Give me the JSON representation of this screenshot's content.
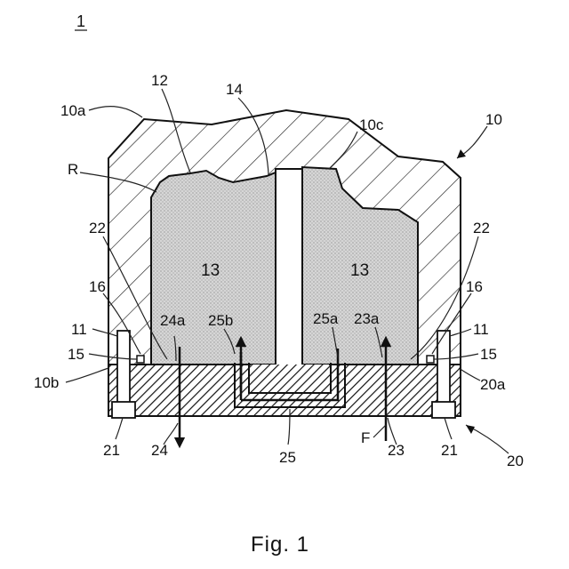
{
  "figure_number": "1",
  "caption": "Fig. 1",
  "regions": {
    "resin_left": "13",
    "resin_right": "13"
  },
  "labels": {
    "housing": "10",
    "housing_top_surface": "10a",
    "housing_bottom_surface": "10b",
    "cavity_surface": "10c",
    "pin_left": "11",
    "pin_right": "11",
    "cavity": "12",
    "partition": "14",
    "seal_left": "15",
    "seal_right": "15",
    "seal_groove_left": "16",
    "seal_groove_right": "16",
    "base_plate": "20",
    "base_plate_surface": "20a",
    "bolt_left": "21",
    "bolt_right": "21",
    "gap_left": "22",
    "gap_right": "22",
    "inlet_channel": "23",
    "inlet_opening": "23a",
    "outlet_channel": "24",
    "outlet_opening": "24a",
    "connecting_channel": "25",
    "connecting_opening_a": "25a",
    "connecting_opening_b": "25b",
    "edge_R": "R",
    "flow": "F"
  },
  "colors": {
    "line": "#111111",
    "resin_fill": "#cfcfcf",
    "background": "#ffffff"
  }
}
